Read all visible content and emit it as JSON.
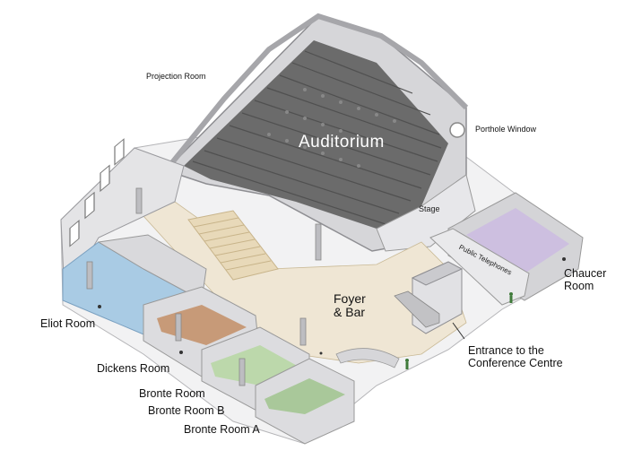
{
  "labels": {
    "projection_room": "Projection Room",
    "porthole_window": "Porthole Window",
    "auditorium": "Auditorium",
    "stage": "Stage",
    "public_telephones": "Public Telephones",
    "chaucer_room_line1": "Chaucer",
    "chaucer_room_line2": "Room",
    "foyer_line1": "Foyer",
    "foyer_line2": "& Bar",
    "eliot_room": "Eliot Room",
    "dickens_room": "Dickens Room",
    "bronte_room": "Bronte Room",
    "bronte_room_b": "Bronte Room B",
    "bronte_room_a": "Bronte Room A",
    "entrance_line1": "Entrance to the",
    "entrance_line2": "Conference Centre"
  },
  "colors": {
    "auditorium_seats": "#6b6b6b",
    "auditorium_shell": "#8a8a8a",
    "walls_light": "#e4e4e6",
    "walls_mid": "#c9c9cc",
    "foyer_floor": "#efe6d4",
    "eliot_floor": "#a9cbe4",
    "dickens_floor": "#c79a78",
    "bronte_b_floor": "#bcd8ab",
    "bronte_a_floor": "#a9c89a",
    "chaucer_floor": "#cdbfe0"
  }
}
